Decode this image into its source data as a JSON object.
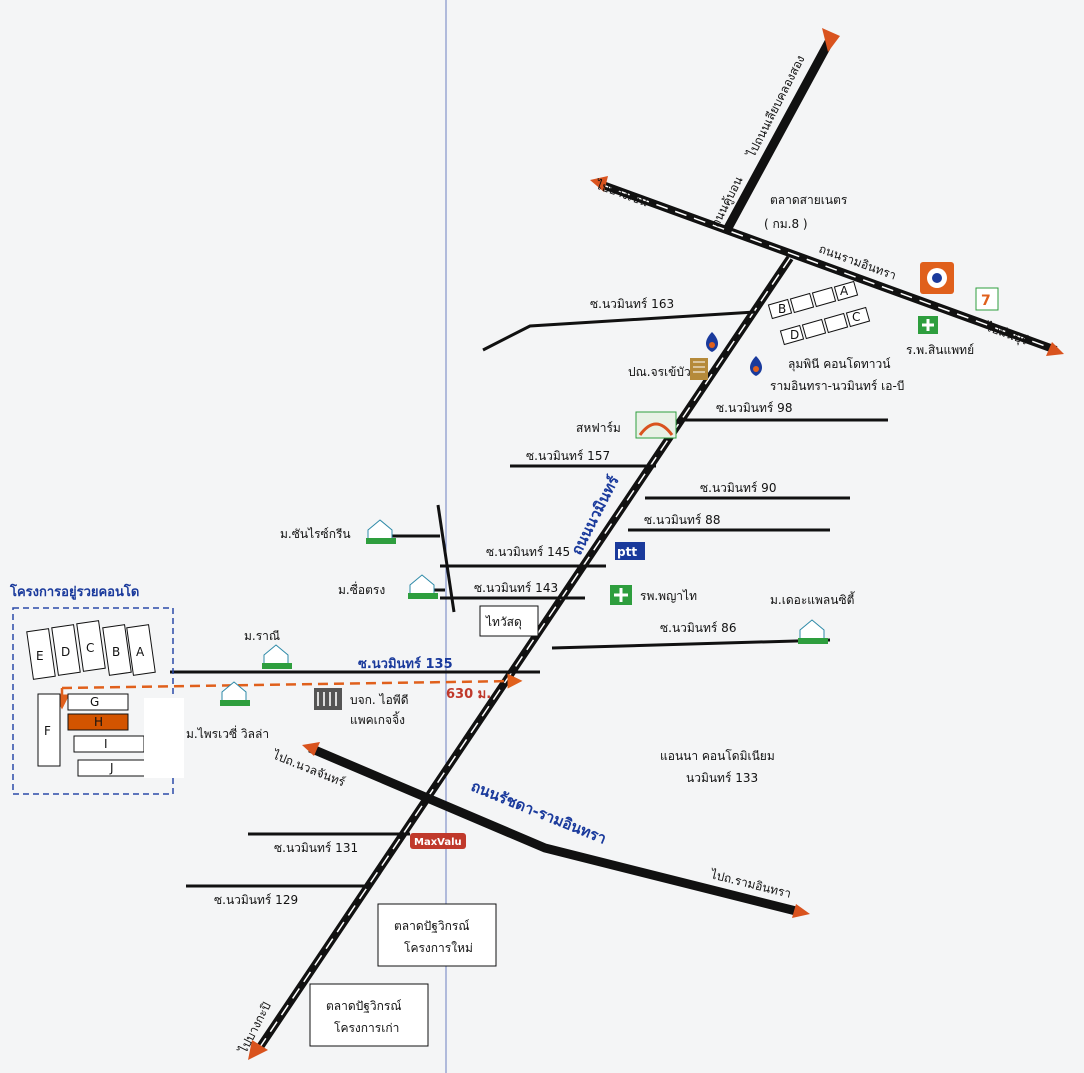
{
  "project": {
    "title": "โครงการอยู่รวยคอนโด",
    "buildings_top": [
      "E",
      "D",
      "C",
      "B",
      "A"
    ],
    "buildings_side": [
      "F"
    ],
    "buildings_rows": [
      "G",
      "H",
      "I",
      "J"
    ]
  },
  "roads": {
    "nawamin": "ถนนนวมินทร์",
    "ramintra": "ถนนรามอินทรา",
    "ratchada_ramintra": "ถนนรัชดา-รามอินทรา",
    "khubon": "ถนนคู้บอน",
    "liap_klong": "ไปถนนเลียบคลองสอง",
    "to_bangkhen": "ไปบางเขน",
    "to_minburi": "ไปมีนบุรี",
    "to_bangkapi": "ไปบางกะปิ",
    "to_nuanchan": "ไปถ.นวลจันทร์",
    "to_ramintra": "ไปถ.รามอินทรา"
  },
  "sois": {
    "s163": "ซ.นวมินทร์ 163",
    "s98": "ซ.นวมินทร์ 98",
    "s157": "ซ.นวมินทร์ 157",
    "s90": "ซ.นวมินทร์ 90",
    "s88": "ซ.นวมินทร์ 88",
    "s145": "ซ.นวมินทร์ 145",
    "s143": "ซ.นวมินทร์ 143",
    "s86": "ซ.นวมินทร์ 86",
    "s135": "ซ.นวมินทร์ 135",
    "s131": "ซ.นวมินทร์ 131",
    "s129": "ซ.นวมินทร์ 129"
  },
  "places": {
    "sai_market": "ตลาดสายเนตร",
    "km8": "( กม.8 )",
    "sinphat": "ร.พ.สินแพทย์",
    "lumpini": "ลุมพินี คอนโดทาวน์",
    "lumpini2": "รามอินทรา-นวมินทร์ เอ-บี",
    "ptt_station": "ปณ.จรเข้บัว",
    "saha_farm": "สหฟาร์ม",
    "sunrise_green": "ม.ซันไรซ์กรีน",
    "sue_trong": "ม.ซื่อตรง",
    "thaiwatsadu": "ไทวัสดุ",
    "phyathai": "รพ.พญาไท",
    "the_plan": "ม.เดอะแพลนซิตี้",
    "ranee": "ม.ราณี",
    "distance": "630 ม.",
    "ipd": "บจก. ไอพีดี",
    "ipd2": "แพคเกจจิ้ง",
    "privacy": "ม.ไพรเวซี่ วิลล่า",
    "anna": "แอนนา คอนโดมิเนียม",
    "anna2": "นวมินทร์ 133",
    "maxvalu": "MaxValu",
    "new_market": "ตลาดปัฐวิกรณ์",
    "new_market2": "โครงการใหม่",
    "old_market": "ตลาดปัฐวิกรณ์",
    "old_market2": "โครงการเก่า",
    "lumpini_blocks": [
      "B",
      "A",
      "D",
      "C"
    ],
    "ptt_logo": "ptt"
  },
  "colors": {
    "road": "#111111",
    "arrow": "#d9531e",
    "accent": "#1a3a9c",
    "route": "#e0601c",
    "green": "#2e9e3e"
  }
}
